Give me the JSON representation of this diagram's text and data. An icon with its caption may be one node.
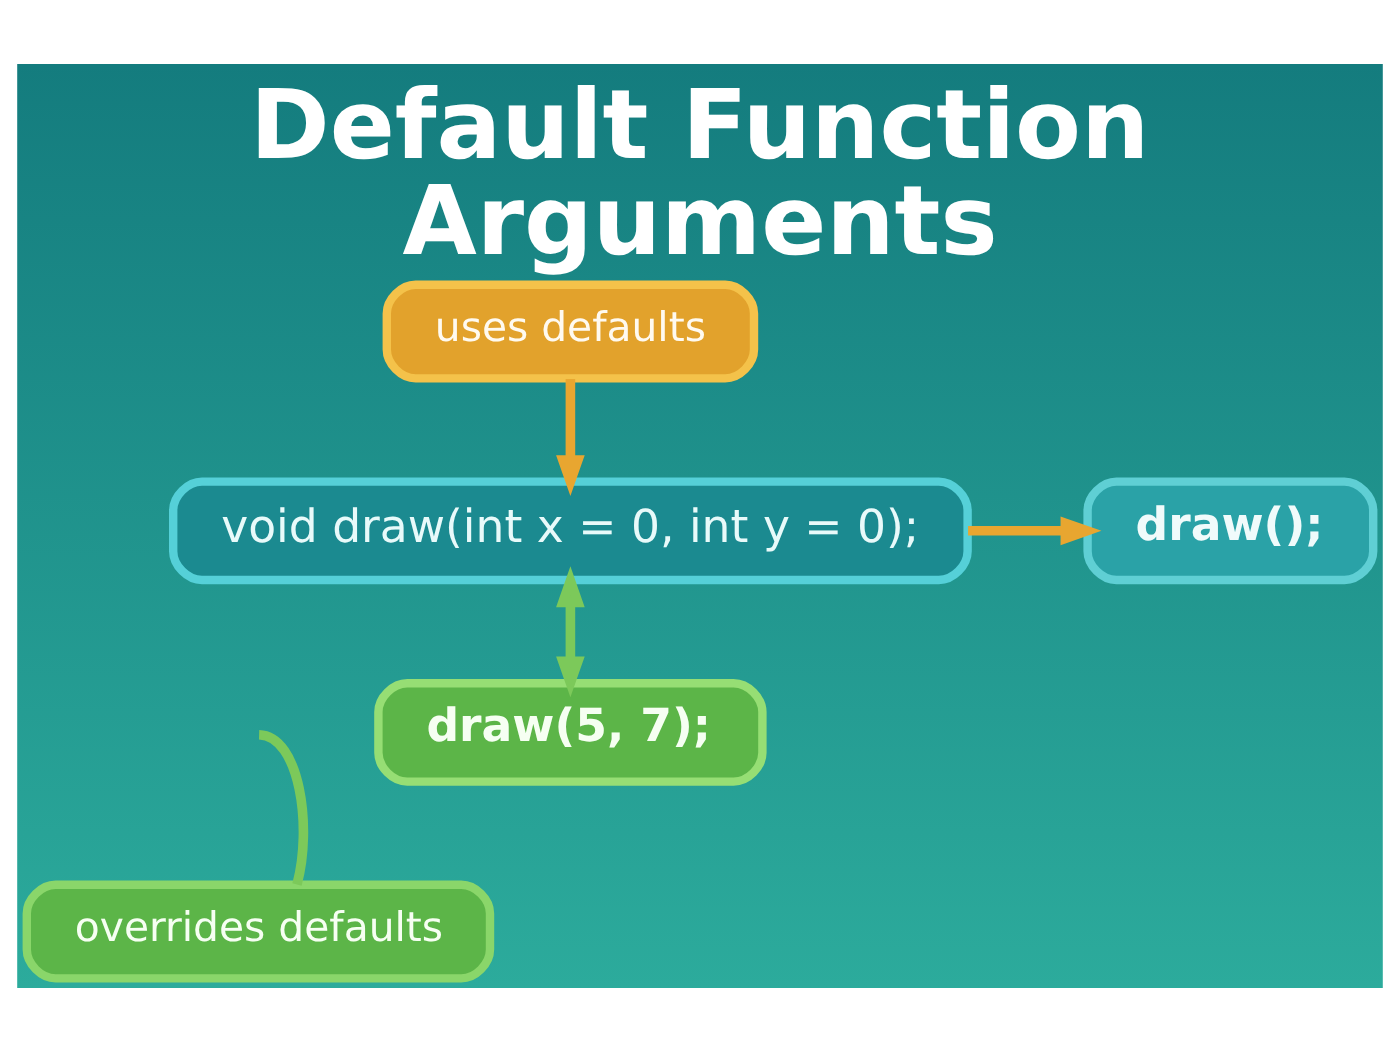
{
  "diagram": {
    "title": "Default Function Arguments",
    "nodes": [
      {
        "text": [
          "uses defaults"
        ]
      },
      {
        "text": [
          "void draw(int x = 0, int y = 0);"
        ]
      },
      {
        "text": [
          "draw();"
        ]
      },
      {
        "text": [
          "draw(5, 7);"
        ]
      },
      {
        "text": [
          "overrides defaults"
        ]
      }
    ],
    "edges": [
      {
        "from": 0,
        "to": 1,
        "arrow": "to",
        "color": "#e8a630"
      },
      {
        "from": 1,
        "to": 2,
        "arrow": "to",
        "color": "#e8a630"
      },
      {
        "from": 1,
        "to": 3,
        "arrow": "both",
        "color": "#7cc95a"
      },
      {
        "from": 4,
        "to": null,
        "arrow": "none",
        "color": "#7cc95a"
      }
    ]
  }
}
